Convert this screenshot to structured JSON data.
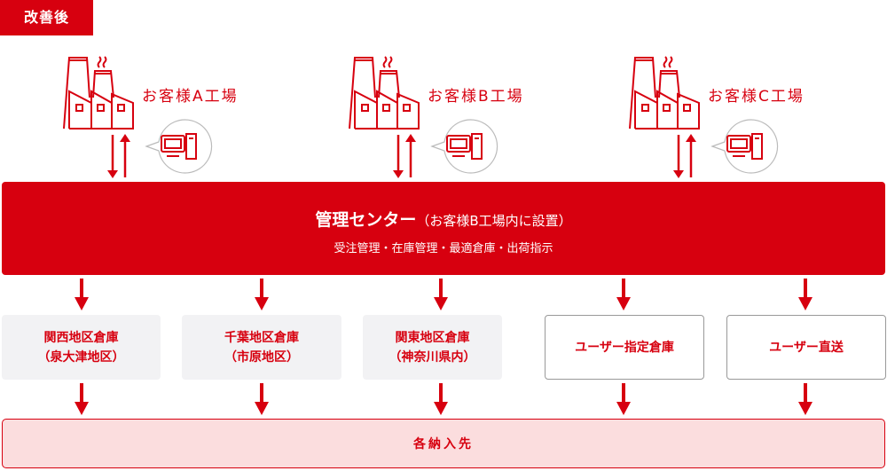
{
  "badge": {
    "label": "改善後"
  },
  "factories": [
    {
      "label": "お客様A工場"
    },
    {
      "label": "お客様B工場"
    },
    {
      "label": "お客様C工場"
    }
  ],
  "center": {
    "title": "管理センター",
    "subtitle": "（お客様B工場内に設置）",
    "description": "受注管理・在庫管理・最適倉庫・出荷指示"
  },
  "warehouses": [
    {
      "line1": "関西地区倉庫",
      "line2": "（泉大津地区）",
      "style": "gray"
    },
    {
      "line1": "千葉地区倉庫",
      "line2": "（市原地区）",
      "style": "gray"
    },
    {
      "line1": "関東地区倉庫",
      "line2": "（神奈川県内）",
      "style": "gray"
    },
    {
      "line1": "ユーザー指定倉庫",
      "line2": "",
      "style": "outline"
    },
    {
      "line1": "ユーザー直送",
      "line2": "",
      "style": "outline"
    }
  ],
  "destination": {
    "label": "各納入先"
  },
  "colors": {
    "accent": "#D7000F",
    "box_gray": "#F2F2F4",
    "dest_bg": "#FBDDDE"
  }
}
